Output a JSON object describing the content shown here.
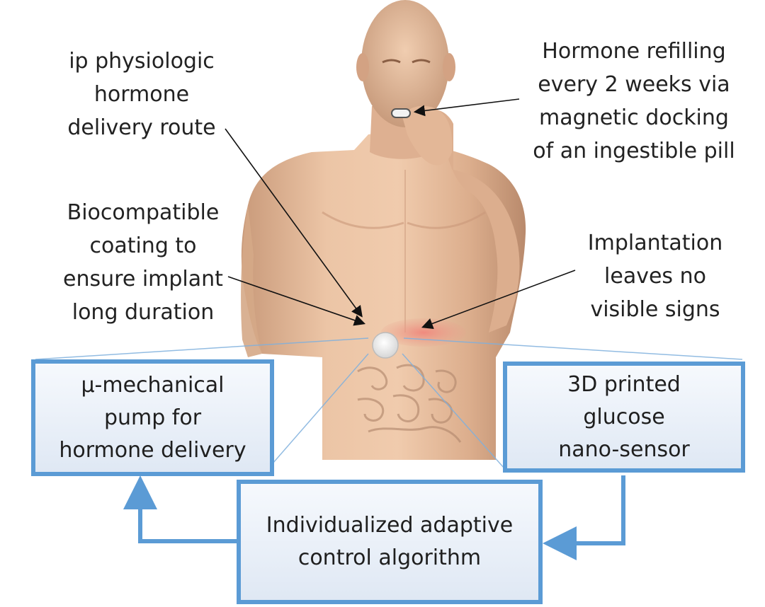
{
  "labels": {
    "ip_route": [
      "ip physiologic",
      "hormone",
      "delivery route"
    ],
    "hormone_refill": [
      "Hormone refilling",
      "every 2 weeks via",
      "magnetic docking",
      "of an ingestible pill"
    ],
    "coating": [
      "Biocompatible",
      "coating to",
      "ensure implant",
      "long duration"
    ],
    "implantation": [
      "Implantation",
      "leaves no",
      "visible signs"
    ]
  },
  "boxes": {
    "pump": [
      "μ-mechanical",
      "pump for",
      "hormone delivery"
    ],
    "sensor": [
      "3D printed",
      "glucose",
      "nano-sensor"
    ],
    "algorithm": [
      "Individualized adaptive",
      "control algorithm"
    ]
  },
  "colors": {
    "box_border": "#5b9bd5",
    "arrow": "#111111",
    "skin": "#e6bb99",
    "feedback_line": "#5b9bd5"
  }
}
